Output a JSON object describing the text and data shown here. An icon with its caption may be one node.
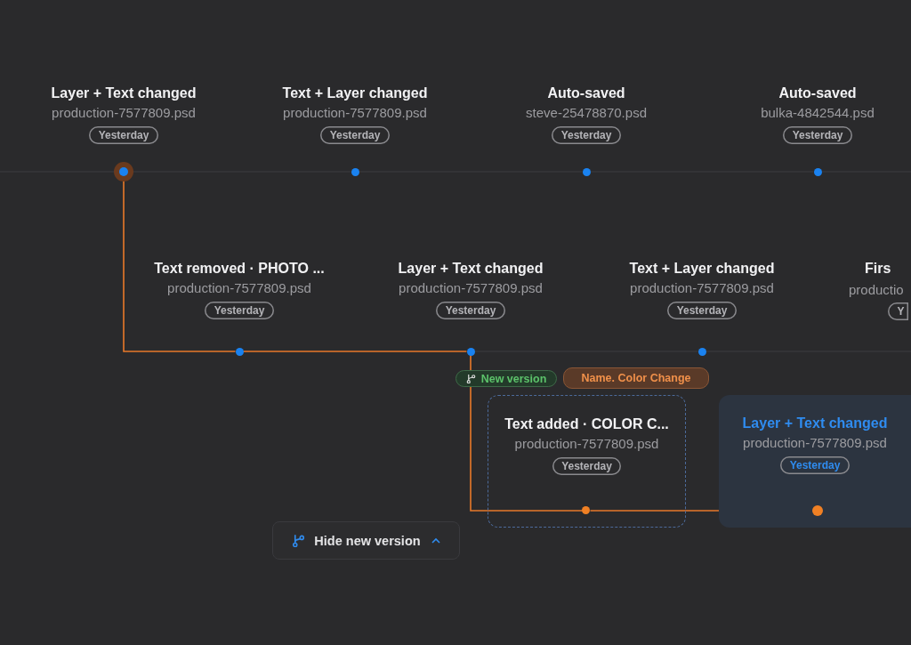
{
  "diagram": {
    "nodes": [
      {
        "text": [
          "Layer + Text changed",
          "production-7577809.psd",
          "Yesterday"
        ]
      },
      {
        "text": [
          "Text + Layer changed",
          "production-7577809.psd",
          "Yesterday"
        ]
      },
      {
        "text": [
          "Auto-saved",
          "steve-25478870.psd",
          "Yesterday"
        ]
      },
      {
        "text": [
          "Auto-saved",
          "bulka-4842544.psd",
          "Yesterday"
        ]
      },
      {
        "text": [
          "Text removed · PHOTO ...",
          "production-7577809.psd",
          "Yesterday"
        ]
      },
      {
        "text": [
          "Layer + Text changed",
          "production-7577809.psd",
          "Yesterday"
        ]
      },
      {
        "text": [
          "Text + Layer changed",
          "production-7577809.psd",
          "Yesterday"
        ]
      },
      {
        "text": [
          "Firs",
          "productio",
          "Y"
        ]
      },
      {
        "text": [
          "Text added · COLOR C...",
          "production-7577809.psd"
        ]
      },
      {
        "text": [
          "Layer + Text changed",
          "production-7577809.psd"
        ]
      },
      {
        "text": [],
        "shape": "circle"
      },
      {
        "text": [],
        "shape": "circle"
      },
      {
        "text": [],
        "shape": "circle"
      },
      {
        "text": [],
        "shape": "circle"
      },
      {
        "text": [],
        "shape": "circle"
      },
      {
        "text": [],
        "shape": "circle"
      },
      {
        "text": [],
        "shape": "circle"
      },
      {
        "text": [],
        "shape": "circle",
        "in": 8
      },
      {
        "text": [],
        "shape": "circle",
        "in": 9
      },
      {
        "text": [
          "Yesterday"
        ],
        "in": 8
      },
      {
        "text": [
          "Yesterday"
        ],
        "in": 9
      }
    ],
    "edges": [
      {
        "from": null,
        "to": 10,
        "arrow": "none"
      },
      {
        "from": 10,
        "to": 11,
        "arrow": "none"
      },
      {
        "from": 11,
        "to": 12,
        "arrow": "none"
      },
      {
        "from": 12,
        "to": 13,
        "arrow": "none"
      },
      {
        "from": 13,
        "to": null,
        "arrow": "none"
      },
      {
        "from": 10,
        "to": 14,
        "arrow": "none",
        "color": "#e8792a"
      },
      {
        "from": 14,
        "to": 15,
        "arrow": "none",
        "color": "#e8792a"
      },
      {
        "from": 15,
        "to": 16,
        "arrow": "none"
      },
      {
        "from": 16,
        "to": null,
        "arrow": "none"
      },
      {
        "from": 15,
        "to": 17,
        "arrow": "none",
        "color": "#e8792a"
      },
      {
        "from": 17,
        "to": 18,
        "arrow": "none",
        "color": "#e8792a"
      }
    ],
    "labels": [
      "New version",
      "Name. Color Change",
      "Hide new version"
    ]
  }
}
